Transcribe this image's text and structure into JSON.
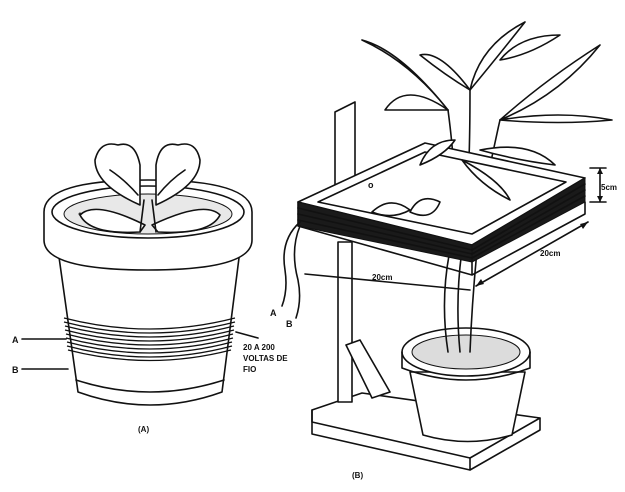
{
  "figure_a": {
    "caption": "(A)",
    "wire_label_a": "A",
    "wire_label_b": "B",
    "coil_note_line1": "20 A 200",
    "coil_note_line2": "VOLTAS DE",
    "coil_note_line3": "FIO"
  },
  "figure_b": {
    "caption": "(B)",
    "wire_label_a": "A",
    "wire_label_b": "B",
    "height_label": "5cm",
    "width_label": "20cm",
    "depth_label": "20cm"
  }
}
